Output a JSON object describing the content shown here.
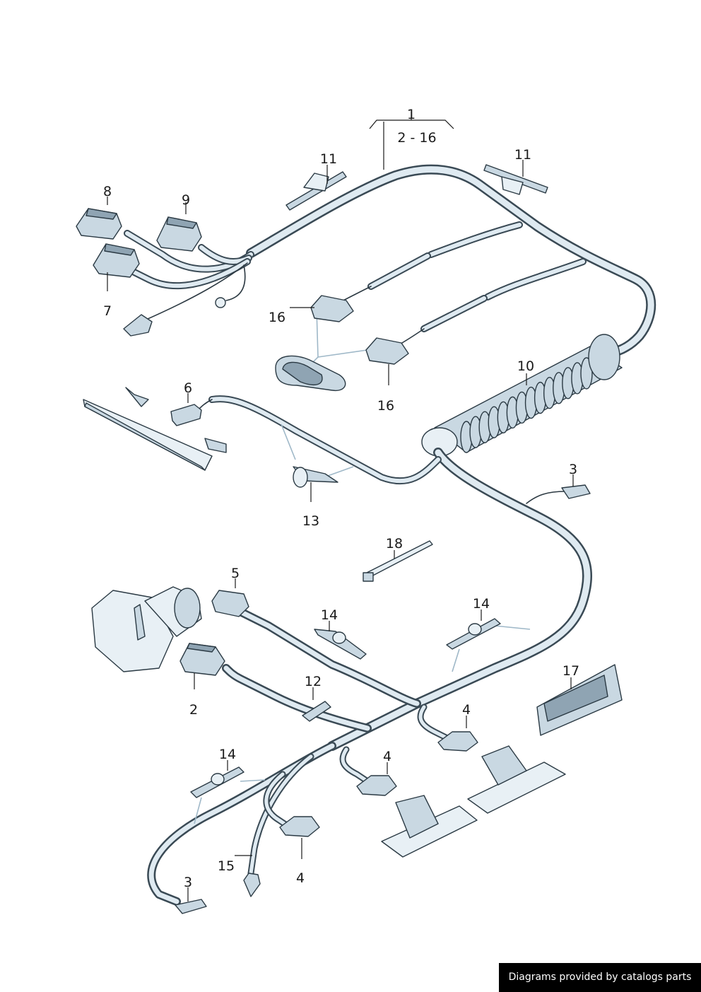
{
  "labels": {
    "l1": "1",
    "l1_range": "2 - 16",
    "l2": "2",
    "l3a": "3",
    "l3b": "3",
    "l4a": "4",
    "l4b": "4",
    "l4c": "4",
    "l5": "5",
    "l6": "6",
    "l7": "7",
    "l8": "8",
    "l9": "9",
    "l10": "10",
    "l11a": "11",
    "l11b": "11",
    "l12": "12",
    "l13": "13",
    "l14a": "14",
    "l14b": "14",
    "l14c": "14",
    "l15": "15",
    "l16a": "16",
    "l16b": "16",
    "l17": "17",
    "l18": "18"
  },
  "footer": {
    "credit": "Diagrams provided by catalogs parts"
  },
  "colors": {
    "line": "#2b3a44",
    "hose_fill": "#dfeaf1",
    "part_fill": "#c9d8e2",
    "footer_bg": "#000000",
    "footer_text": "#ffffff"
  }
}
